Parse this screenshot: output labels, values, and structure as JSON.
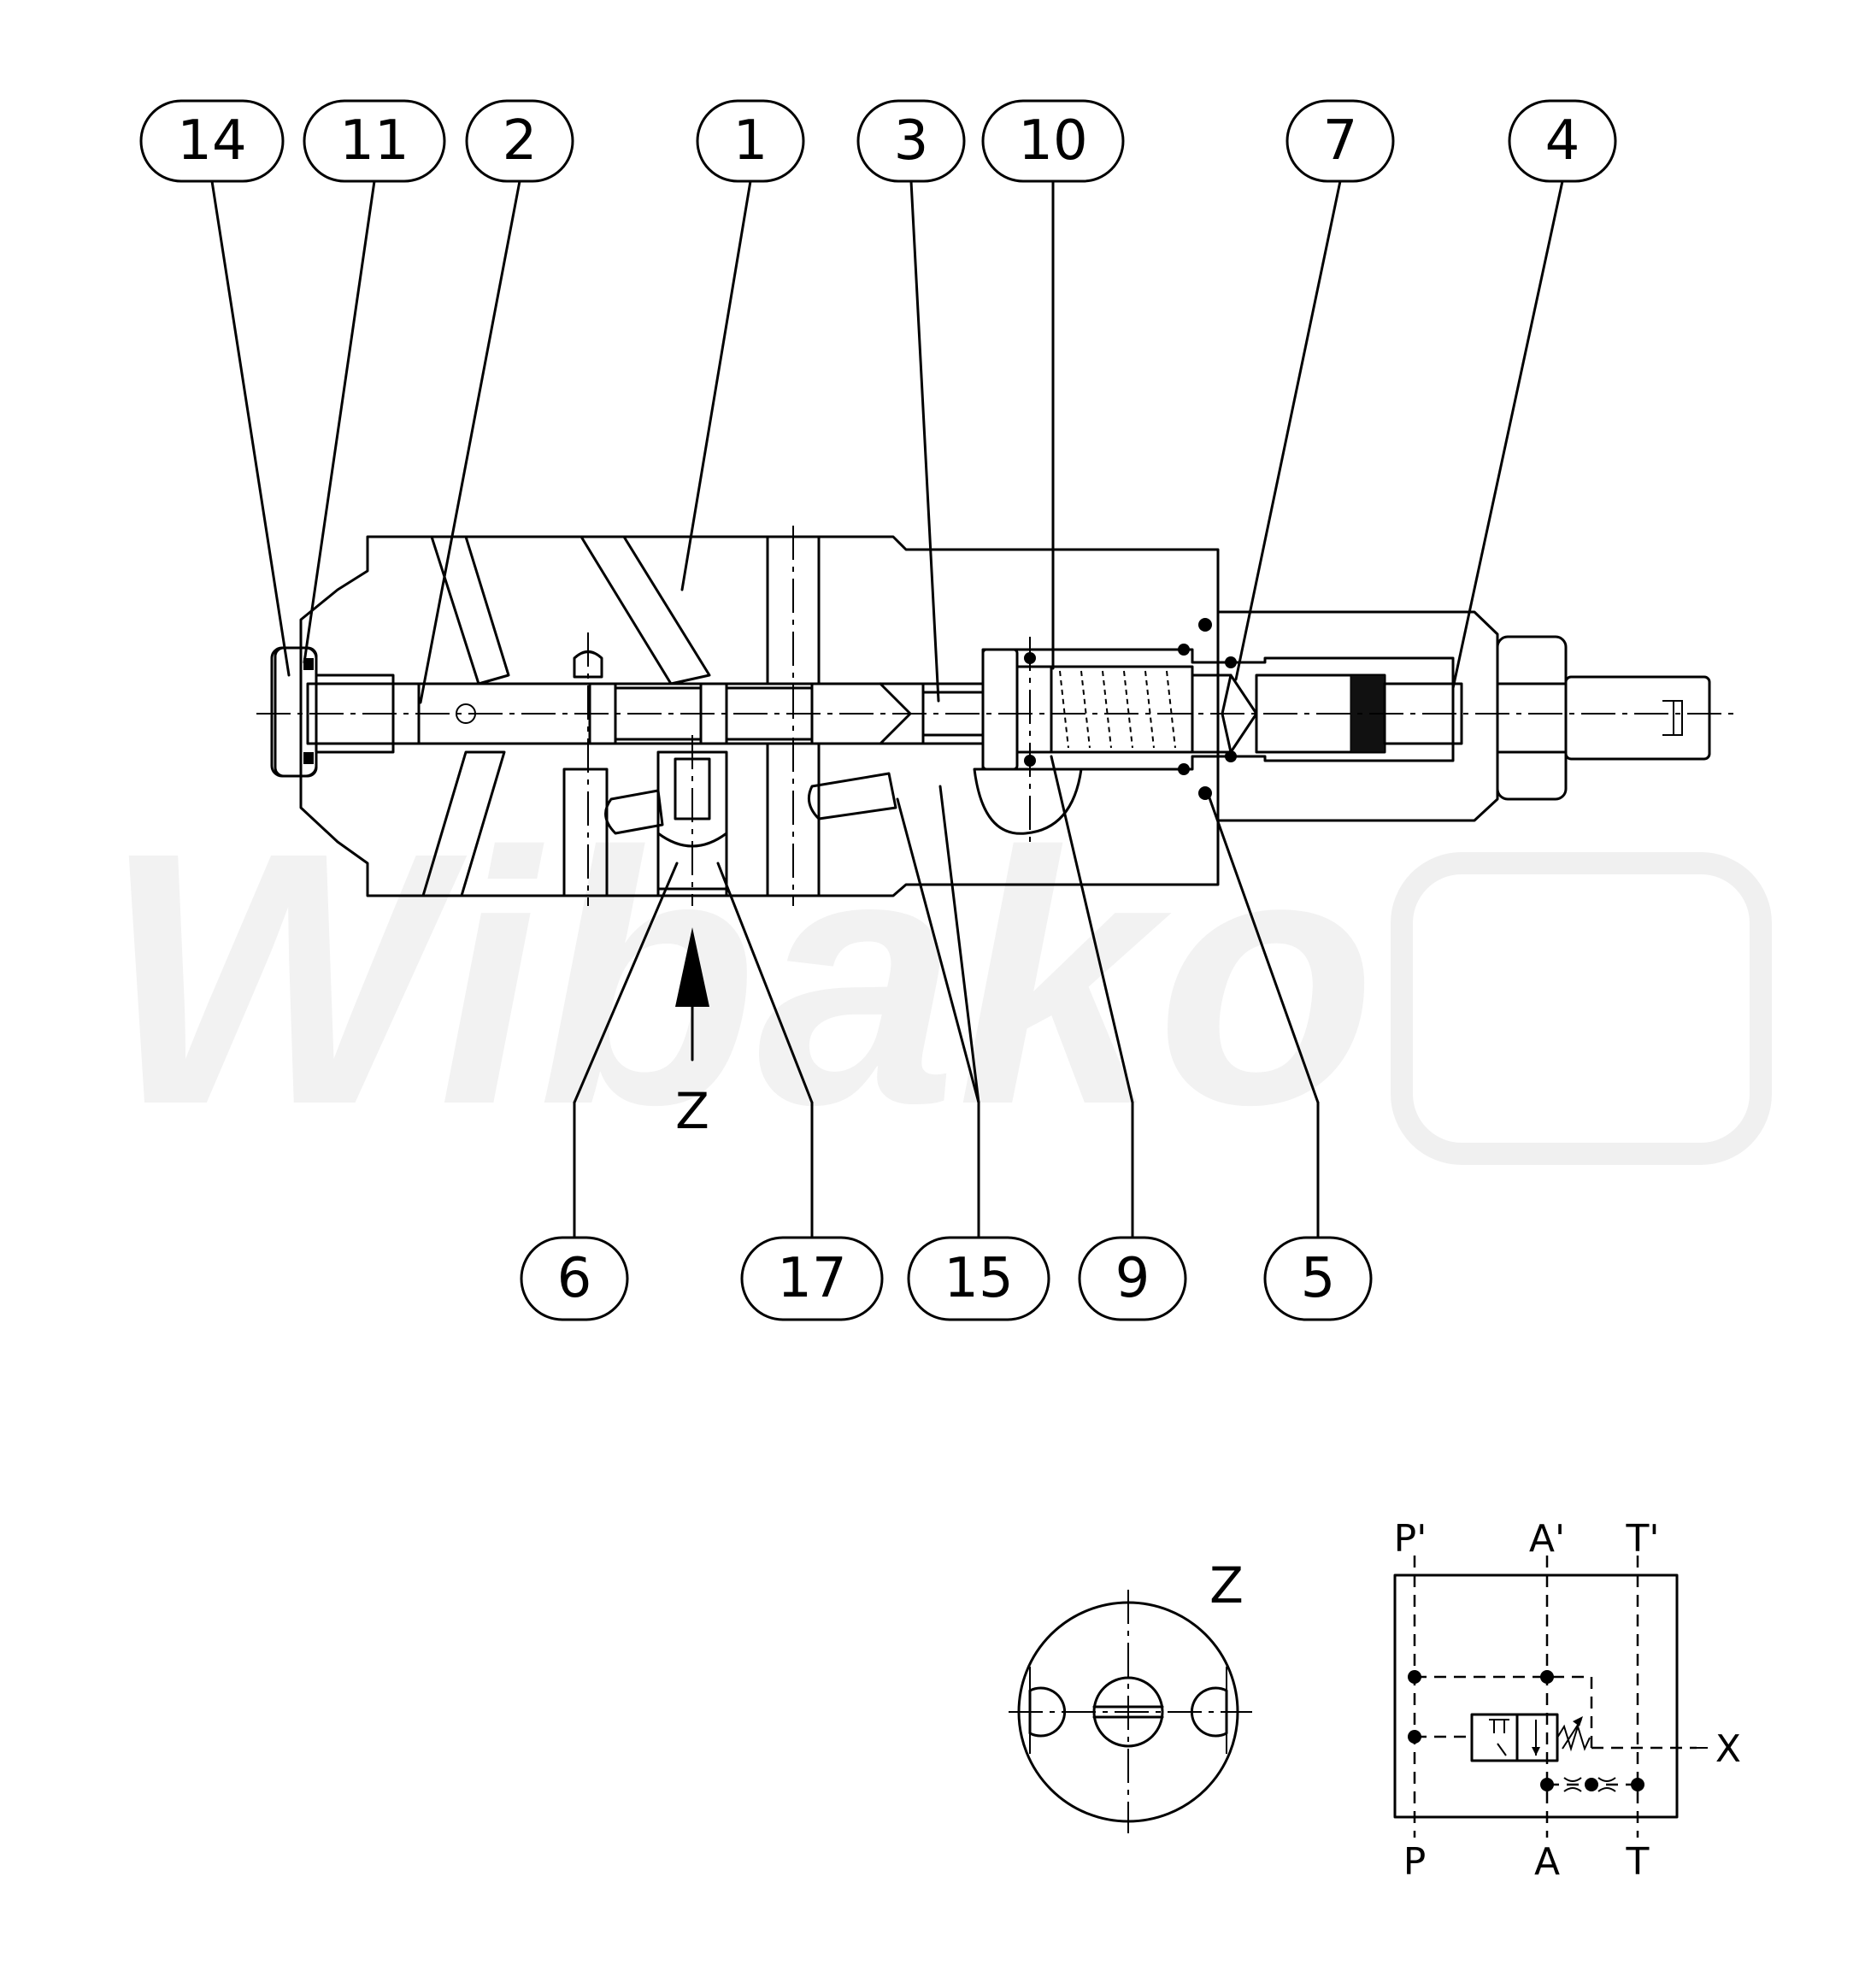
{
  "balloons_top": [
    {
      "id": "b14",
      "label": "14"
    },
    {
      "id": "b11",
      "label": "11"
    },
    {
      "id": "b2",
      "label": "2"
    },
    {
      "id": "b1",
      "label": "1"
    },
    {
      "id": "b3",
      "label": "3"
    },
    {
      "id": "b10",
      "label": "10"
    },
    {
      "id": "b7",
      "label": "7"
    },
    {
      "id": "b4",
      "label": "4"
    }
  ],
  "balloons_bottom": [
    {
      "id": "b6",
      "label": "6"
    },
    {
      "id": "b17",
      "label": "17"
    },
    {
      "id": "b15",
      "label": "15"
    },
    {
      "id": "b9",
      "label": "9"
    },
    {
      "id": "b5",
      "label": "5"
    }
  ],
  "view_arrow_label": "Z",
  "view_z_title": "Z",
  "watermark": "Wibako",
  "schematic": {
    "top_ports": [
      "P'",
      "A'",
      "T'"
    ],
    "bottom_ports": [
      "P",
      "A",
      "T"
    ],
    "side_port": "X"
  }
}
